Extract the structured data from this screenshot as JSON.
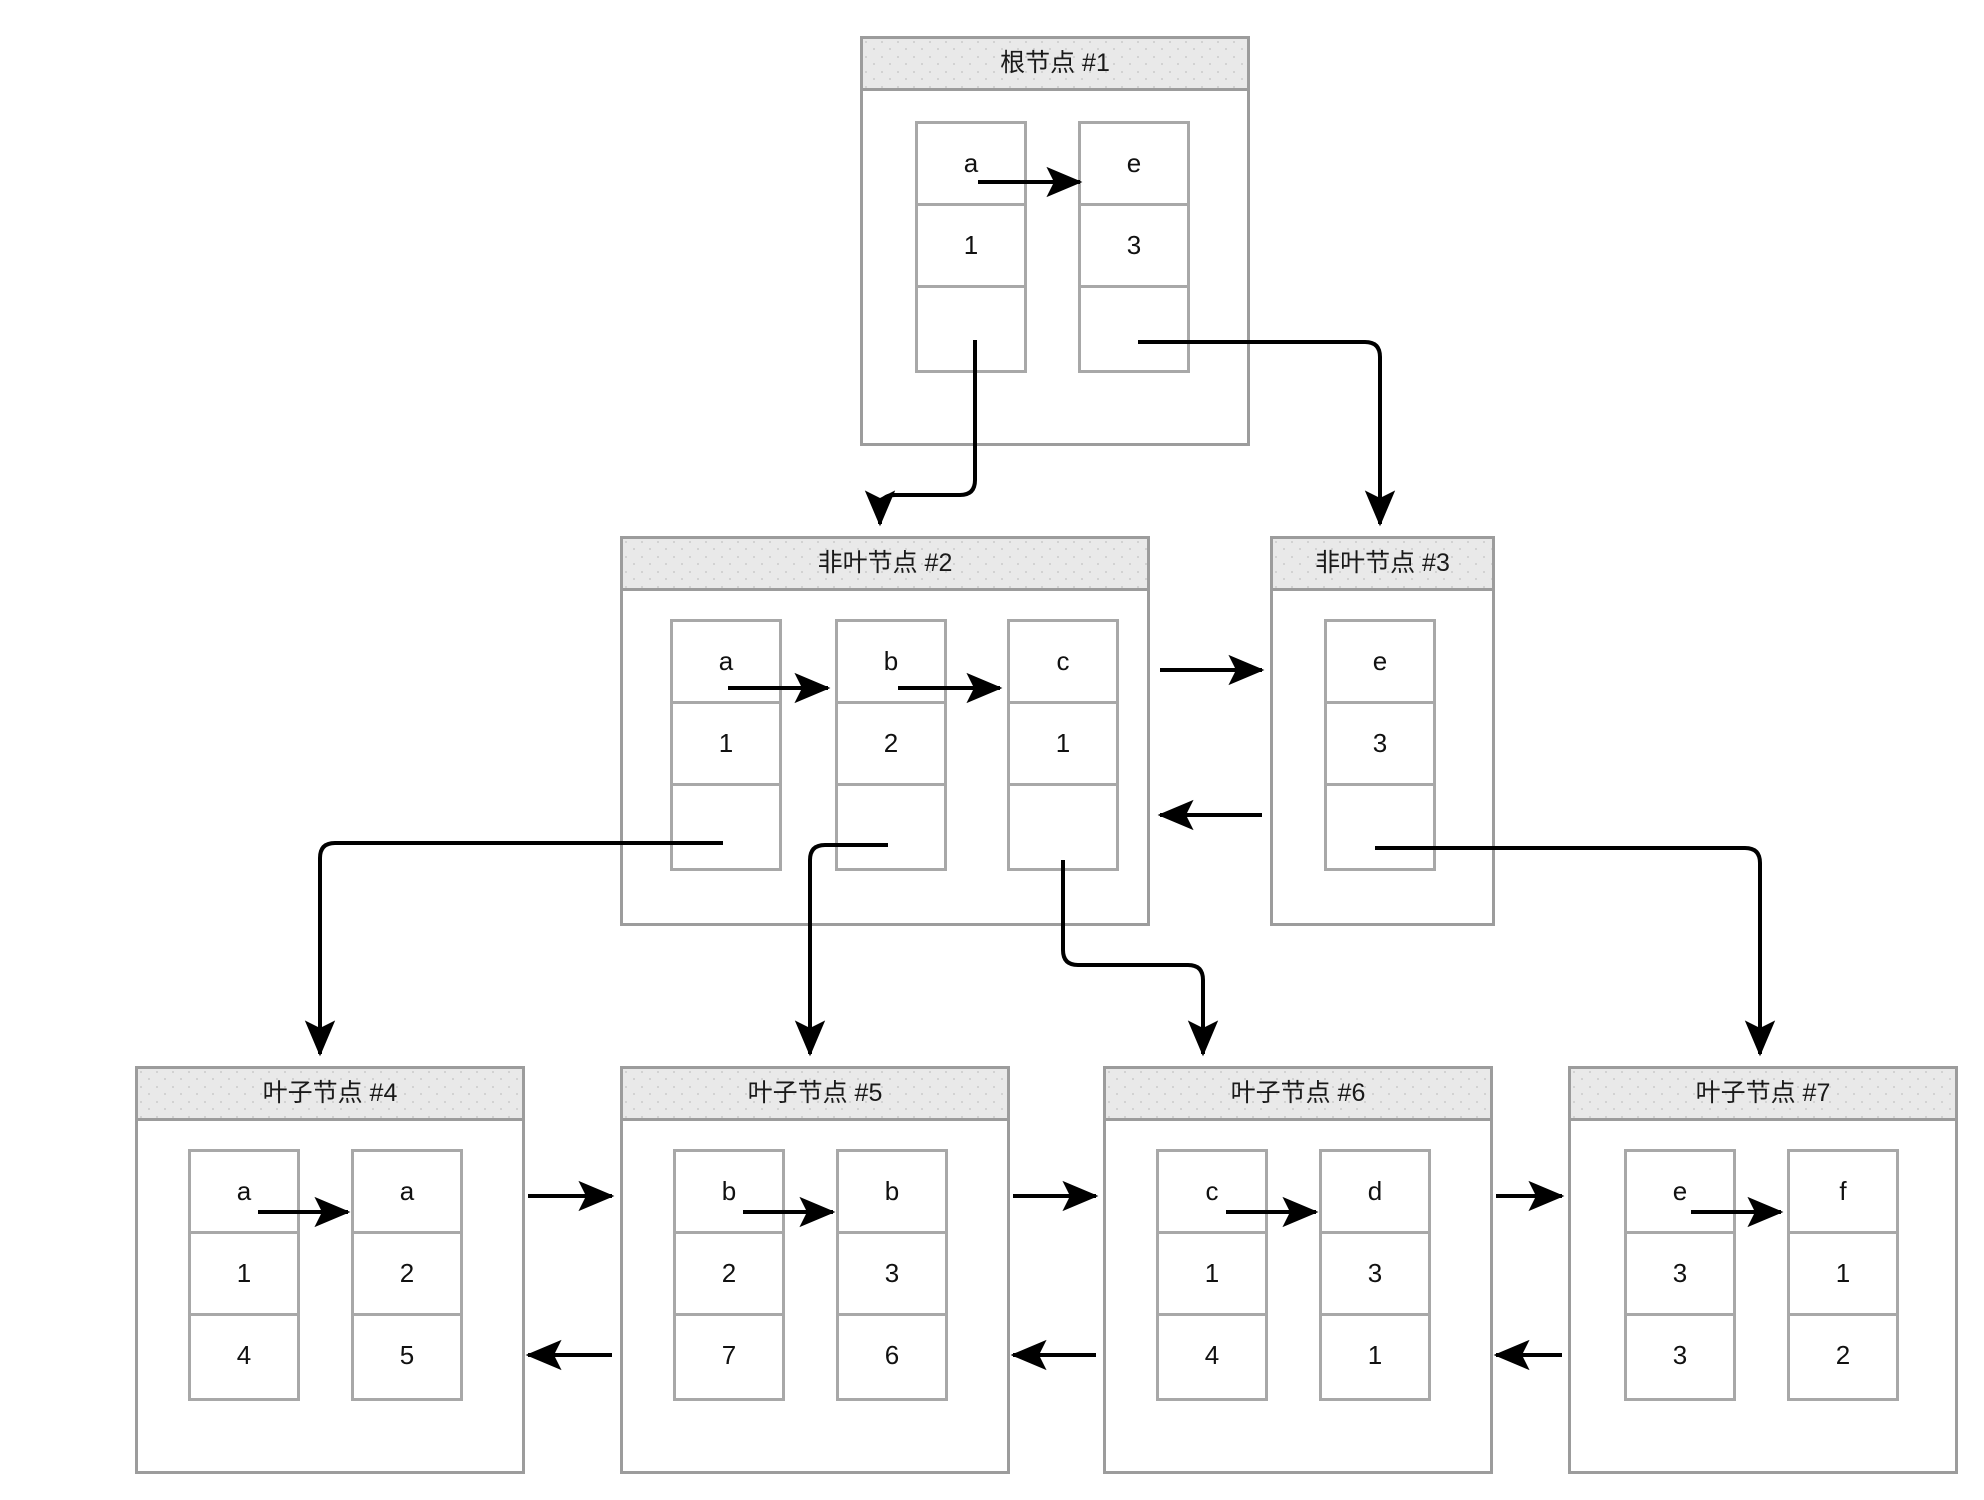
{
  "diagram": {
    "title": "B+ Tree Structure Diagram",
    "background_color": "#ffffff",
    "header_fill": "#e9e9e9",
    "border_color": "#9c9c9c",
    "cell_border_color": "#a8a8a8",
    "edge_color": "#000000"
  },
  "nodes": [
    {
      "id": "root",
      "label": "根节点 #1",
      "kind": "root",
      "cells": [
        {
          "key": "a",
          "value": "1",
          "pointer": ""
        },
        {
          "key": "e",
          "value": "3",
          "pointer": ""
        }
      ]
    },
    {
      "id": "inner2",
      "label": "非叶节点 #2",
      "kind": "internal",
      "cells": [
        {
          "key": "a",
          "value": "1",
          "pointer": ""
        },
        {
          "key": "b",
          "value": "2",
          "pointer": ""
        },
        {
          "key": "c",
          "value": "1",
          "pointer": ""
        }
      ]
    },
    {
      "id": "inner3",
      "label": "非叶节点 #3",
      "kind": "internal",
      "cells": [
        {
          "key": "e",
          "value": "3",
          "pointer": ""
        }
      ]
    },
    {
      "id": "leaf4",
      "label": "叶子节点 #4",
      "kind": "leaf",
      "cells": [
        {
          "key": "a",
          "value": "1",
          "pointer": "4"
        },
        {
          "key": "a",
          "value": "2",
          "pointer": "5"
        }
      ]
    },
    {
      "id": "leaf5",
      "label": "叶子节点 #5",
      "kind": "leaf",
      "cells": [
        {
          "key": "b",
          "value": "2",
          "pointer": "7"
        },
        {
          "key": "b",
          "value": "3",
          "pointer": "6"
        }
      ]
    },
    {
      "id": "leaf6",
      "label": "叶子节点 #6",
      "kind": "leaf",
      "cells": [
        {
          "key": "c",
          "value": "1",
          "pointer": "4"
        },
        {
          "key": "d",
          "value": "3",
          "pointer": "1"
        }
      ]
    },
    {
      "id": "leaf7",
      "label": "叶子节点 #7",
      "kind": "leaf",
      "cells": [
        {
          "key": "e",
          "value": "3",
          "pointer": "3"
        },
        {
          "key": "f",
          "value": "1",
          "pointer": "2"
        }
      ]
    }
  ],
  "edges": {
    "child_links": [
      {
        "from": "root.cell0.pointer",
        "to": "inner2.header"
      },
      {
        "from": "root.cell1.pointer",
        "to": "inner3.header"
      },
      {
        "from": "inner2.cell0.pointer",
        "to": "leaf4.header"
      },
      {
        "from": "inner2.cell1.pointer",
        "to": "leaf5.header"
      },
      {
        "from": "inner2.cell2.pointer",
        "to": "leaf6.header"
      },
      {
        "from": "inner3.cell0.pointer",
        "to": "leaf7.header"
      }
    ],
    "sibling_links": [
      {
        "from": "inner2",
        "to": "inner3",
        "direction": "right"
      },
      {
        "from": "inner3",
        "to": "inner2",
        "direction": "left"
      },
      {
        "from": "leaf4",
        "to": "leaf5",
        "direction": "right"
      },
      {
        "from": "leaf5",
        "to": "leaf4",
        "direction": "left"
      },
      {
        "from": "leaf5",
        "to": "leaf6",
        "direction": "right"
      },
      {
        "from": "leaf6",
        "to": "leaf5",
        "direction": "left"
      },
      {
        "from": "leaf6",
        "to": "leaf7",
        "direction": "right"
      },
      {
        "from": "leaf7",
        "to": "leaf6",
        "direction": "left"
      }
    ],
    "intra_node_links": [
      {
        "node": "root",
        "from": "cell0.key",
        "to": "cell1.key"
      },
      {
        "node": "inner2",
        "from": "cell0.key",
        "to": "cell1.key"
      },
      {
        "node": "inner2",
        "from": "cell1.key",
        "to": "cell2.key"
      },
      {
        "node": "leaf4",
        "from": "cell0.key",
        "to": "cell1.key"
      },
      {
        "node": "leaf5",
        "from": "cell0.key",
        "to": "cell1.key"
      },
      {
        "node": "leaf6",
        "from": "cell0.key",
        "to": "cell1.key"
      },
      {
        "node": "leaf7",
        "from": "cell0.key",
        "to": "cell1.key"
      }
    ]
  }
}
